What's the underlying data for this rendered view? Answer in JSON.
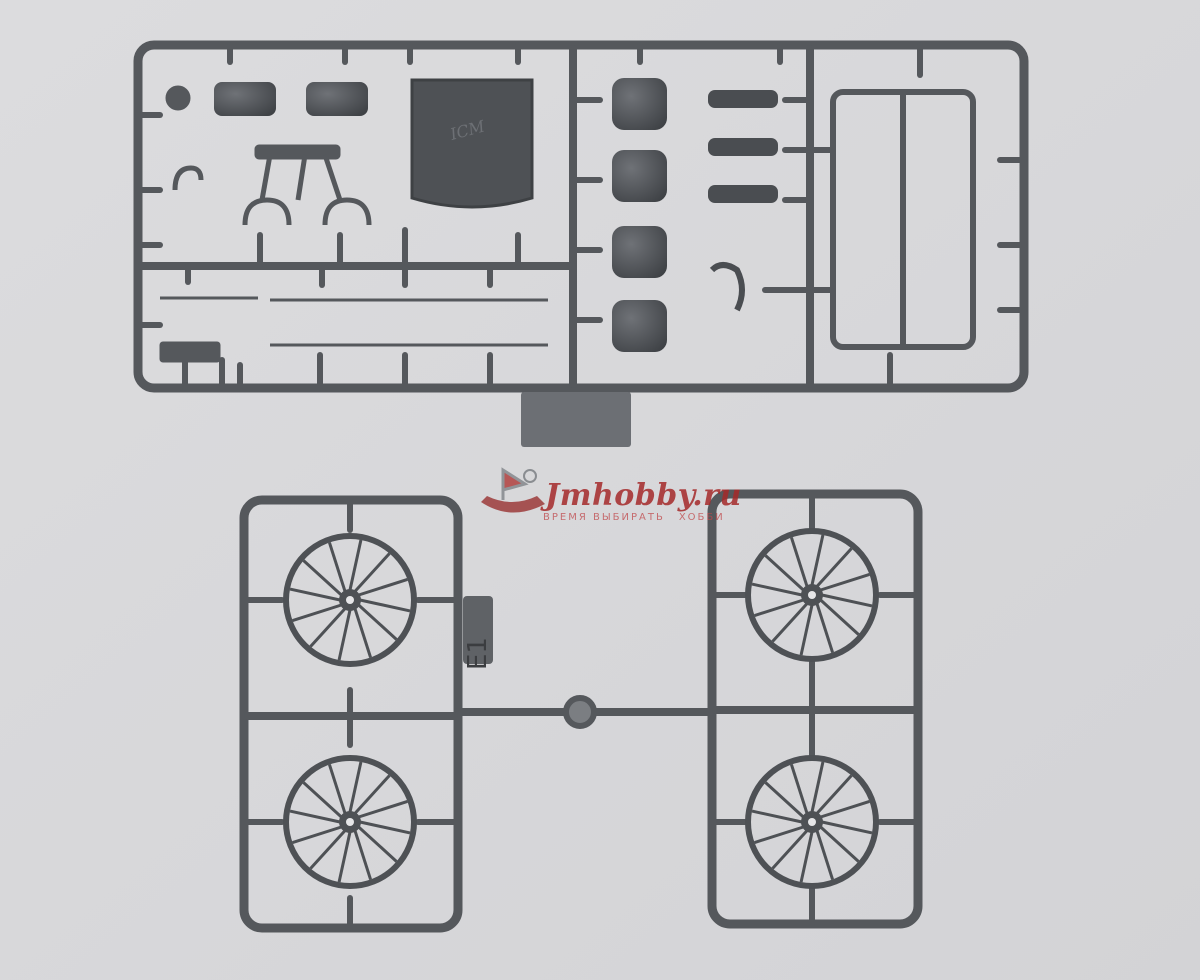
{
  "scene": {
    "subject": "plastic-model-sprue-parts",
    "background_color": "#d9d9db",
    "plastic_color": "#5c5f63",
    "plastic_shadow": "#45484c",
    "plastic_highlight": "#7b7e82"
  },
  "watermark": {
    "brand": "Jmhobby.ru",
    "slogan_left": "ВРЕМЯ ВЫБИРАТЬ",
    "slogan_right": "ХОББИ",
    "color": "#a52a2a",
    "icon": "ship-logo-icon"
  },
  "lower_sprue": {
    "label": "E1",
    "wheels": 4
  }
}
